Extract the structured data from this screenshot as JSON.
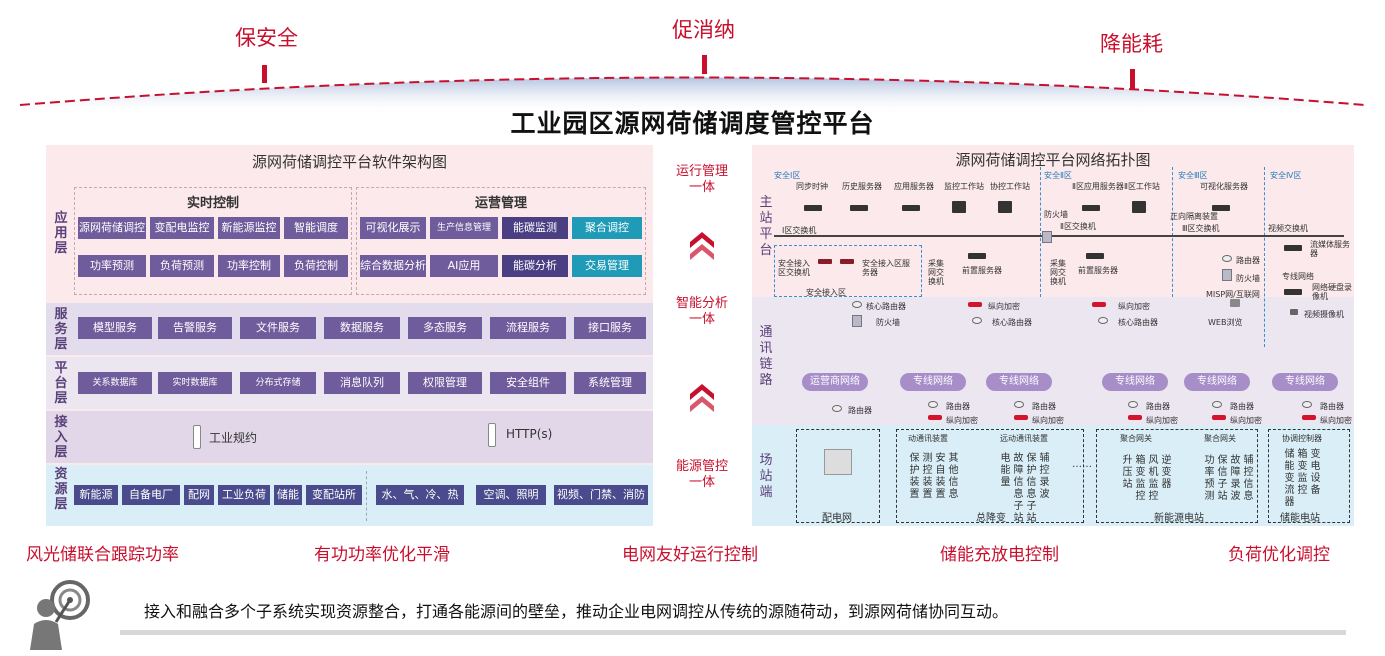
{
  "goals": [
    "保安全",
    "促消纳",
    "降能耗"
  ],
  "main_title": "工业园区源网荷储调度管控平台",
  "arch": {
    "title": "源网荷储调控平台软件架构图",
    "layers": [
      "应用层",
      "服务层",
      "平台层",
      "接入层",
      "资源层"
    ],
    "app": {
      "realtime_title": "实时控制",
      "ops_title": "运营管理",
      "realtime_row1": [
        "源网荷储调控",
        "变配电监控",
        "新能源监控",
        "智能调度"
      ],
      "realtime_row2": [
        "功率预测",
        "负荷预测",
        "功率控制",
        "负荷控制"
      ],
      "ops_row1": [
        "可视化展示",
        "生产信息管理",
        "能碳监测",
        "聚合调控"
      ],
      "ops_row2": [
        "综合数据分析",
        "AI应用",
        "能碳分析",
        "交易管理"
      ]
    },
    "services": [
      "模型服务",
      "告警服务",
      "文件服务",
      "数据服务",
      "多态服务",
      "流程服务",
      "接口服务"
    ],
    "platform": [
      "关系数据库",
      "实时数据库",
      "分布式存储",
      "消息队列",
      "权限管理",
      "安全组件",
      "系统管理"
    ],
    "access": [
      "工业规约",
      "HTTP(s)"
    ],
    "resources_left": [
      "新能源",
      "自备电厂",
      "配网",
      "工业负荷",
      "储能",
      "变配站所"
    ],
    "resources_right": [
      "水、气、冷、热",
      "空调、照明",
      "视频、门禁、消防"
    ]
  },
  "side_labels": [
    "运行管理一体",
    "智能分析一体",
    "能源管控一体"
  ],
  "net": {
    "title": "源网荷储调控平台网络拓扑图",
    "zones": [
      "安全Ⅰ区",
      "安全Ⅱ区",
      "安全Ⅲ区",
      "安全Ⅳ区"
    ],
    "segments": [
      "主站平台",
      "通讯链路",
      "场站端"
    ],
    "servers": [
      "同步时钟",
      "历史服务器",
      "应用服务器",
      "监控工作站",
      "协控工作站",
      "Ⅱ区应用服务器",
      "Ⅱ区工作站",
      "可视化服务器",
      "流媒体服务器"
    ],
    "devices": [
      "Ⅰ区交换机",
      "防火墙",
      "Ⅱ区交换机",
      "正向隔离装置",
      "Ⅲ区交换机",
      "视频交换机",
      "安全接入区交换机",
      "安全接入区服务器",
      "采集网交换机",
      "前置服务器",
      "采集网交换机",
      "前置服务器",
      "路由器",
      "防火墙",
      "专线网络",
      "网络硬盘录像机",
      "视频摄像机",
      "MISP网/互联网",
      "WEB浏览",
      "安全接入区",
      "核心路由器",
      "防火墙",
      "纵向加密",
      "核心路由器",
      "纵向加密",
      "核心路由器"
    ],
    "networks": [
      "运营商网络",
      "专线网络",
      "专线网络",
      "专线网络",
      "专线网络",
      "专线网络"
    ],
    "router": "路由器",
    "encrypt": "纵向加密",
    "ellipsis": "……",
    "stations": [
      "配电网",
      "总降变",
      "新能源电站",
      "储能电站"
    ],
    "station_devices": [
      "动通讯装置",
      "远动通讯装置",
      "聚合网关",
      "聚合网关",
      "协调控制器"
    ],
    "station_cols": [
      [
        "保护装置",
        "测控装置",
        "安自装置",
        "其他信息"
      ],
      [
        "电能量",
        "故障信息子站",
        "保护信息子站",
        "辅控录波"
      ],
      [
        "升压站",
        "箱变监控",
        "风机监控",
        "逆变器"
      ],
      [
        "功率预测",
        "保信子站",
        "故障录波",
        "辅控信息"
      ],
      [
        "储能变流器",
        "箱变监控",
        "变电设备"
      ]
    ]
  },
  "features": [
    "风光储联合跟踪功率",
    "有功功率优化平滑",
    "电网友好运行控制",
    "储能充放电控制",
    "负荷优化调控"
  ],
  "bottom_text": "接入和融合多个子系统实现资源整合，打通各能源间的壁垒，推动企业电网调控从传统的源随荷动，到源网荷储协同互动。"
}
